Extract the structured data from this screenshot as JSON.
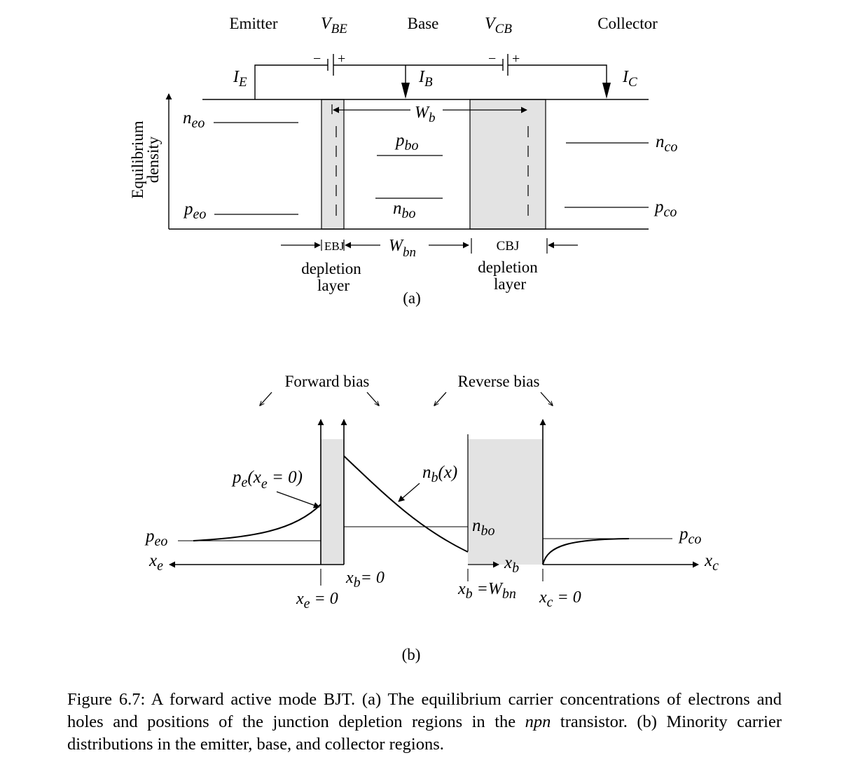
{
  "figure_a": {
    "regions": {
      "emitter": "Emitter",
      "base": "Base",
      "collector": "Collector"
    },
    "voltages": {
      "vbe_main": "V",
      "vbe_sub": "BE",
      "vcb_main": "V",
      "vcb_sub": "CB"
    },
    "polarity": {
      "minus": "−",
      "plus": "+"
    },
    "currents": {
      "ie_main": "I",
      "ie_sub": "E",
      "ib_main": "I",
      "ib_sub": "B",
      "ic_main": "I",
      "ic_sub": "C"
    },
    "y_axis_label_line1": "Equilibrium",
    "y_axis_label_line2": "density",
    "densities": {
      "neo_main": "n",
      "neo_sub": "eo",
      "peo_main": "p",
      "peo_sub": "eo",
      "pbo_main": "p",
      "pbo_sub": "bo",
      "nbo_main": "n",
      "nbo_sub": "bo",
      "nco_main": "n",
      "nco_sub": "co",
      "pco_main": "p",
      "pco_sub": "co"
    },
    "widths": {
      "wb_main": "W",
      "wb_sub": "b",
      "wbn_main": "W",
      "wbn_sub": "bn"
    },
    "ebj_label": "EBJ",
    "cbj_label": "CBJ",
    "depletion_line1": "depletion",
    "depletion_line2": "layer",
    "panel_label": "(a)"
  },
  "figure_b": {
    "forward_bias": "Forward bias",
    "reverse_bias": "Reverse bias",
    "pe_label": "p",
    "pe_sub": "e",
    "pe_args_open": "(x",
    "pe_args_sub": "e",
    "pe_args_close": " = 0)",
    "nb_label": "n",
    "nb_sub": "b",
    "nb_args": "(x)",
    "nbo_main": "n",
    "nbo_sub": "bo",
    "peo_main": "p",
    "peo_sub": "eo",
    "pco_main": "p",
    "pco_sub": "co",
    "xe_main": "x",
    "xe_sub": "e",
    "xb_main": "x",
    "xb_sub": "b",
    "xc_main": "x",
    "xc_sub": "c",
    "xe_zero_main": "x",
    "xe_zero_sub": "e",
    "xe_zero_rest": " = 0",
    "xb_zero_main": "x",
    "xb_zero_sub": "b",
    "xb_zero_rest": "= 0",
    "xb_w_main": "x",
    "xb_w_sub": "b",
    "xb_w_mid": " =W",
    "xb_w_sub2": "bn",
    "xc_zero_main": "x",
    "xc_zero_sub": "c",
    "xc_zero_rest": " = 0",
    "panel_label": "(b)"
  },
  "caption": {
    "prefix": "Figure 6.7: A forward active mode BJT. (a) The equilibrium carrier concentrations of electrons and holes and positions of the junction depletion regions in the ",
    "npn": "npn",
    "suffix": " transistor.  (b) Minority carrier distributions in the emitter, base, and collector regions."
  },
  "colors": {
    "depletion_fill": "#e3e3e3",
    "ink": "#000000"
  }
}
